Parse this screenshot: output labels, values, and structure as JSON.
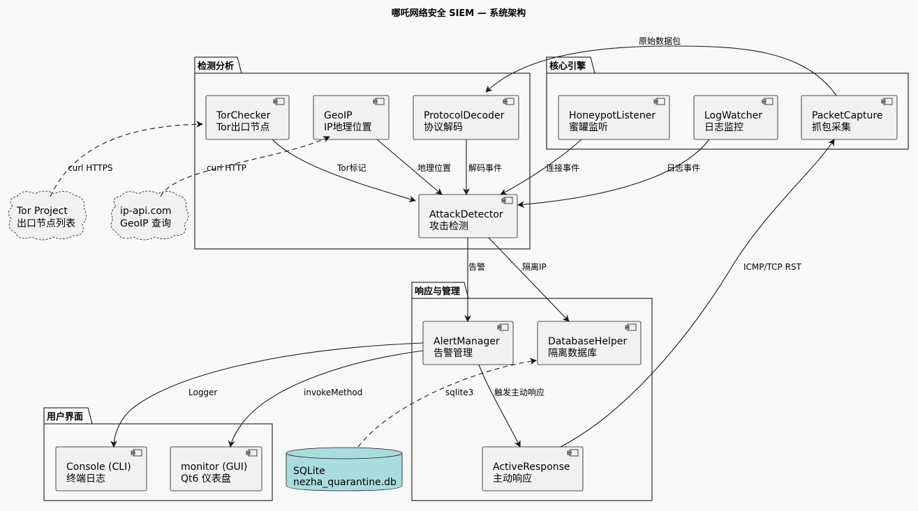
{
  "title": "哪吒网络安全 SIEM — 系统架构",
  "packages": {
    "detection": "检测分析",
    "core": "核心引擎",
    "response": "响应与管理",
    "ui": "用户界面"
  },
  "components": {
    "tor_checker": {
      "name": "TorChecker",
      "desc": "Tor出口节点"
    },
    "geoip": {
      "name": "GeoIP",
      "desc": "IP地理位置"
    },
    "protocol_decoder": {
      "name": "ProtocolDecoder",
      "desc": "协议解码"
    },
    "attack_detector": {
      "name": "AttackDetector",
      "desc": "攻击检测"
    },
    "honeypot_listener": {
      "name": "HoneypotListener",
      "desc": "蜜罐监听"
    },
    "log_watcher": {
      "name": "LogWatcher",
      "desc": "日志监控"
    },
    "packet_capture": {
      "name": "PacketCapture",
      "desc": "抓包采集"
    },
    "alert_manager": {
      "name": "AlertManager",
      "desc": "告警管理"
    },
    "database_helper": {
      "name": "DatabaseHelper",
      "desc": "隔离数据库"
    },
    "active_response": {
      "name": "ActiveResponse",
      "desc": "主动响应"
    },
    "console": {
      "name": "Console (CLI)",
      "desc": "终端日志"
    },
    "monitor": {
      "name": "monitor (GUI)",
      "desc": "Qt6 仪表盘"
    }
  },
  "clouds": {
    "tor_project": {
      "name": "Tor Project",
      "desc": "出口节点列表"
    },
    "ip_api": {
      "name": "ip-api.com",
      "desc": "GeoIP 查询"
    }
  },
  "database": {
    "name": "SQLite",
    "desc": "nezha_quarantine.db"
  },
  "edges": {
    "raw_packets": "原始数据包",
    "curl_https": "curl HTTPS",
    "curl_http": "curl HTTP",
    "tor_mark": "Tor标记",
    "geo_location": "地理位置",
    "decode_event": "解码事件",
    "connect_event": "连接事件",
    "log_event": "日志事件",
    "alert": "告警",
    "quarantine_ip": "隔离IP",
    "icmp_tcp_rst": "ICMP/TCP RST",
    "logger": "Logger",
    "invoke_method": "invokeMethod",
    "sqlite3": "sqlite3",
    "trigger_response": "触发主动响应"
  }
}
